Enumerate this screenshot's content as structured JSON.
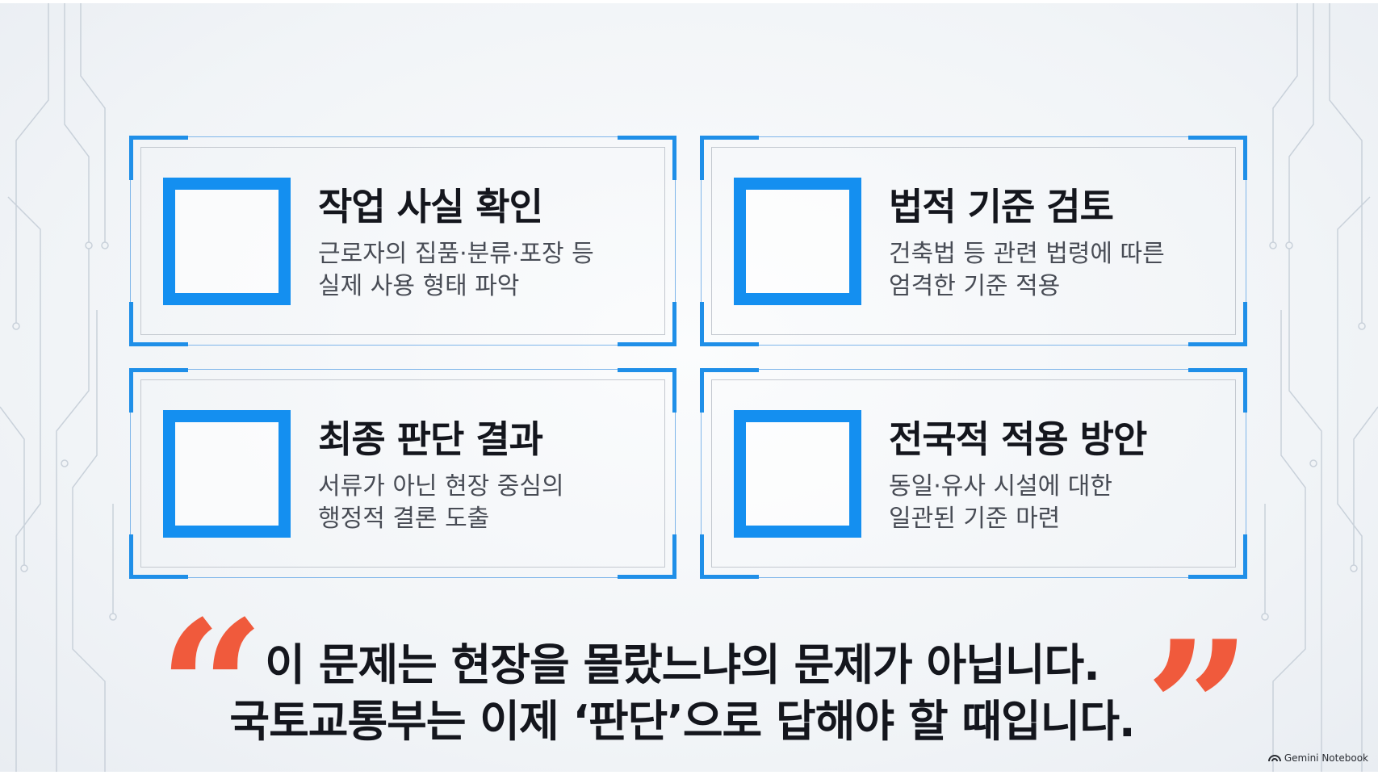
{
  "cards": [
    {
      "title": "작업 사실 확인",
      "lines": [
        "근로자의 집품·분류·포장 등",
        "실제 사용 형태 파악"
      ]
    },
    {
      "title": "법적 기준 검토",
      "lines": [
        "건축법 등 관련 법령에 따른",
        "엄격한 기준 적용"
      ]
    },
    {
      "title": "최종 판단 결과",
      "lines": [
        "서류가 아닌 현장 중심의",
        "행정적 결론 도출"
      ]
    },
    {
      "title": "전국적 적용 방안",
      "lines": [
        "동일·유사 시설에 대한",
        "일관된 기준 마련"
      ]
    }
  ],
  "quote": {
    "open_mark": "“",
    "close_mark": "”",
    "line1": "이 문제는 현장을 몰랐느냐의 문제가 아닙니다.",
    "line2": "국토교통부는 이제 ‘판단’으로 답해야 할 때입니다."
  },
  "brand": {
    "label": "Gemini Notebook",
    "icon": "gemini-notebook-logo-icon"
  },
  "colors": {
    "accent_blue": "#148ff0",
    "quote_orange": "#f05a3c",
    "text_dark": "#14161d"
  }
}
